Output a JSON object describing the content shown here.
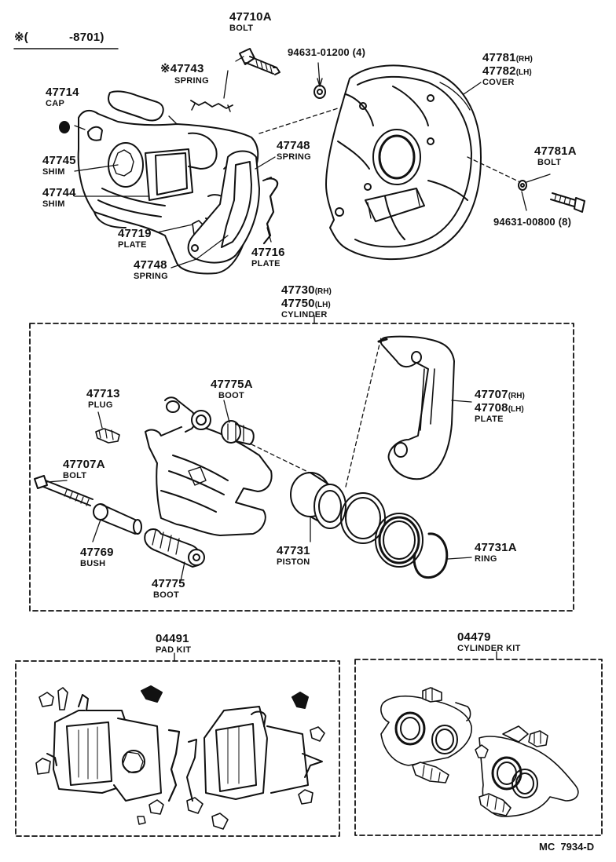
{
  "header_note": {
    "mark": "※",
    "paren_open": "(",
    "range": "-8701)"
  },
  "footer_code": "MC  7934-D",
  "parts": {
    "p47710A": {
      "number": "47710A",
      "name": "BOLT"
    },
    "p94631_01200": {
      "number": "94631-01200 (4)"
    },
    "p47781": {
      "number_rh": "47781",
      "tag_rh": "(RH)",
      "number_lh": "47782",
      "tag_lh": "(LH)",
      "name": "COVER"
    },
    "p47743": {
      "mark": "※",
      "number": "47743",
      "name": "SPRING"
    },
    "p47714": {
      "number": "47714",
      "name": "CAP"
    },
    "p47748_top": {
      "number": "47748",
      "name": "SPRING"
    },
    "p47745": {
      "number": "47745",
      "name": "SHIM"
    },
    "p47744": {
      "number": "47744",
      "name": "SHIM"
    },
    "p47781A": {
      "number": "47781A",
      "name": "BOLT"
    },
    "p94631_00800": {
      "number": "94631-00800 (8)"
    },
    "p47719": {
      "number": "47719",
      "name": "PLATE"
    },
    "p47716": {
      "number": "47716",
      "name": "PLATE"
    },
    "p47748_bot": {
      "number": "47748",
      "name": "SPRING"
    },
    "p47730": {
      "number_rh": "47730",
      "tag_rh": "(RH)",
      "number_lh": "47750",
      "tag_lh": "(LH)",
      "name": "CYLINDER"
    },
    "p47713": {
      "number": "47713",
      "name": "PLUG"
    },
    "p47775A": {
      "number": "47775A",
      "name": "BOOT"
    },
    "p47707": {
      "number_rh": "47707",
      "tag_rh": "(RH)",
      "number_lh": "47708",
      "tag_lh": "(LH)",
      "name": "PLATE"
    },
    "p47707A": {
      "number": "47707A",
      "name": "BOLT"
    },
    "p47769": {
      "number": "47769",
      "name": "BUSH"
    },
    "p47775": {
      "number": "47775",
      "name": "BOOT"
    },
    "p47731": {
      "number": "47731",
      "name": "PISTON"
    },
    "p47731A": {
      "number": "47731A",
      "name": "RING"
    },
    "p04491": {
      "number": "04491",
      "name": "PAD KIT"
    },
    "p04479": {
      "number": "04479",
      "name": "CYLINDER KIT"
    }
  }
}
